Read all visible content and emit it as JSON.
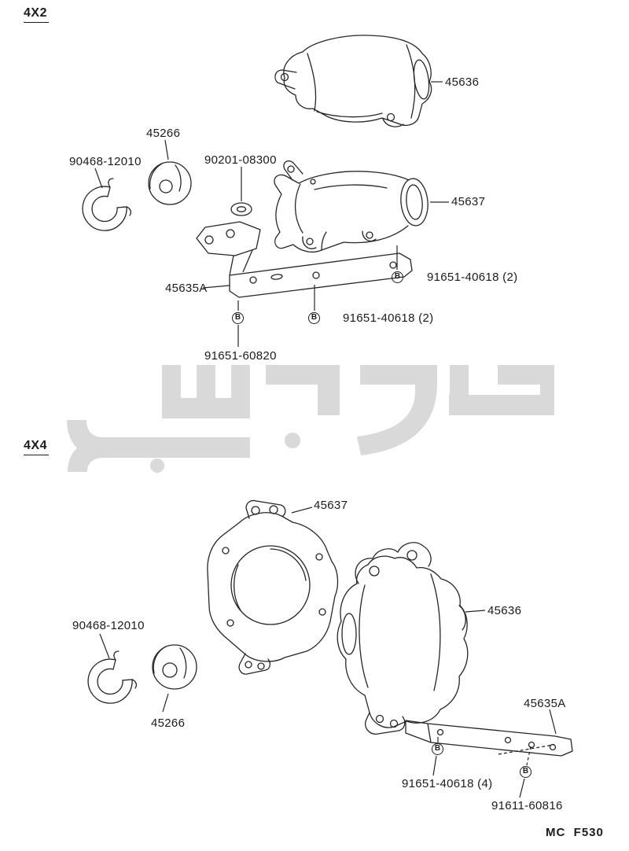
{
  "page": {
    "footer": "MC  F530",
    "bolt_symbol": "B"
  },
  "s4x2": {
    "heading": "4X2",
    "labels": {
      "cover_upper": "45636",
      "grommet": "45266",
      "clip": "90468-12010",
      "washer": "90201-08300",
      "cover_lower": "45637",
      "bracket": "45635A",
      "bolt_right": "91651-40618 (2)",
      "bolt_mid": "91651-40618 (2)",
      "bolt_lower": "91651-60820"
    }
  },
  "s4x4": {
    "heading": "4X4",
    "labels": {
      "cover_front": "45637",
      "clip": "90468-12010",
      "grommet": "45266",
      "cover_rear": "45636",
      "bracket": "45635A",
      "bolt_bracket": "91651-40618 (4)",
      "bolt_end": "91611-60816"
    }
  }
}
